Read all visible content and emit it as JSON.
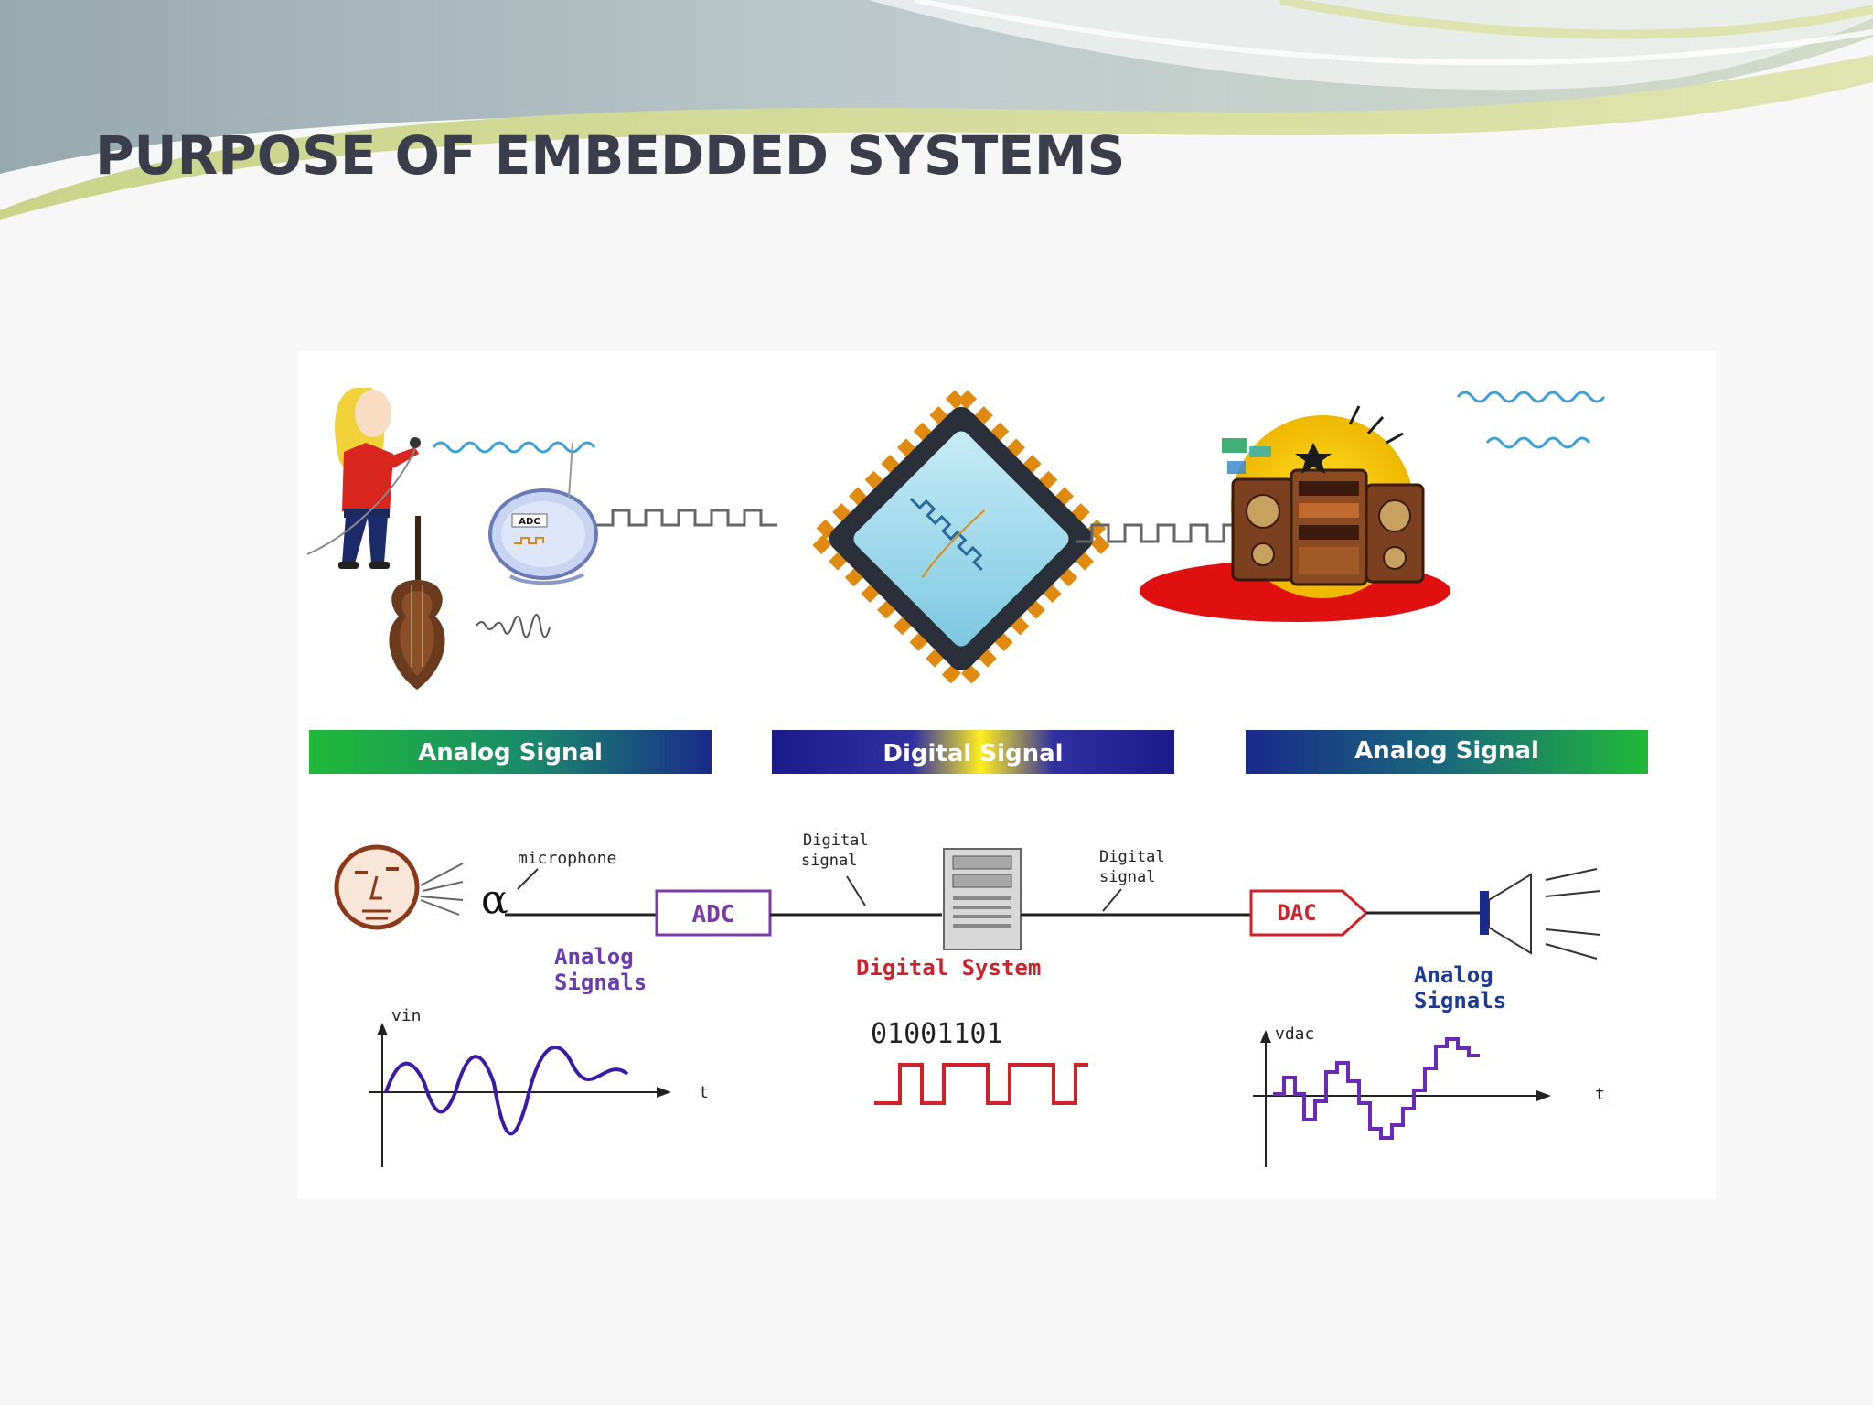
{
  "slide": {
    "title": "PURPOSE OF EMBEDDED SYSTEMS"
  },
  "figure": {
    "top": {
      "adc_chip_text": "ADC",
      "banners": [
        "Analog Signal",
        "Digital Signal",
        "Analog Signal"
      ]
    },
    "bottom": {
      "microphone_label": "microphone",
      "digital_signal_left": [
        "Digital",
        "signal"
      ],
      "digital_signal_right": [
        "Digital",
        "signal"
      ],
      "adc_label": "ADC",
      "dac_label": "DAC",
      "analog_signals_left": [
        "Analog",
        "Signals"
      ],
      "analog_signals_right": [
        "Analog",
        "Signals"
      ],
      "digital_system_label": "Digital System",
      "vin_label": "vin",
      "vdac_label": "vdac",
      "t_label": "t",
      "bits": "01001101"
    },
    "colors": {
      "banner_green": "#22b33a",
      "banner_blue": "#1a2a8a",
      "adc_purple": "#7a3aa8",
      "dac_red": "#d0202a",
      "wave_purple": "#3a1aa8"
    }
  }
}
